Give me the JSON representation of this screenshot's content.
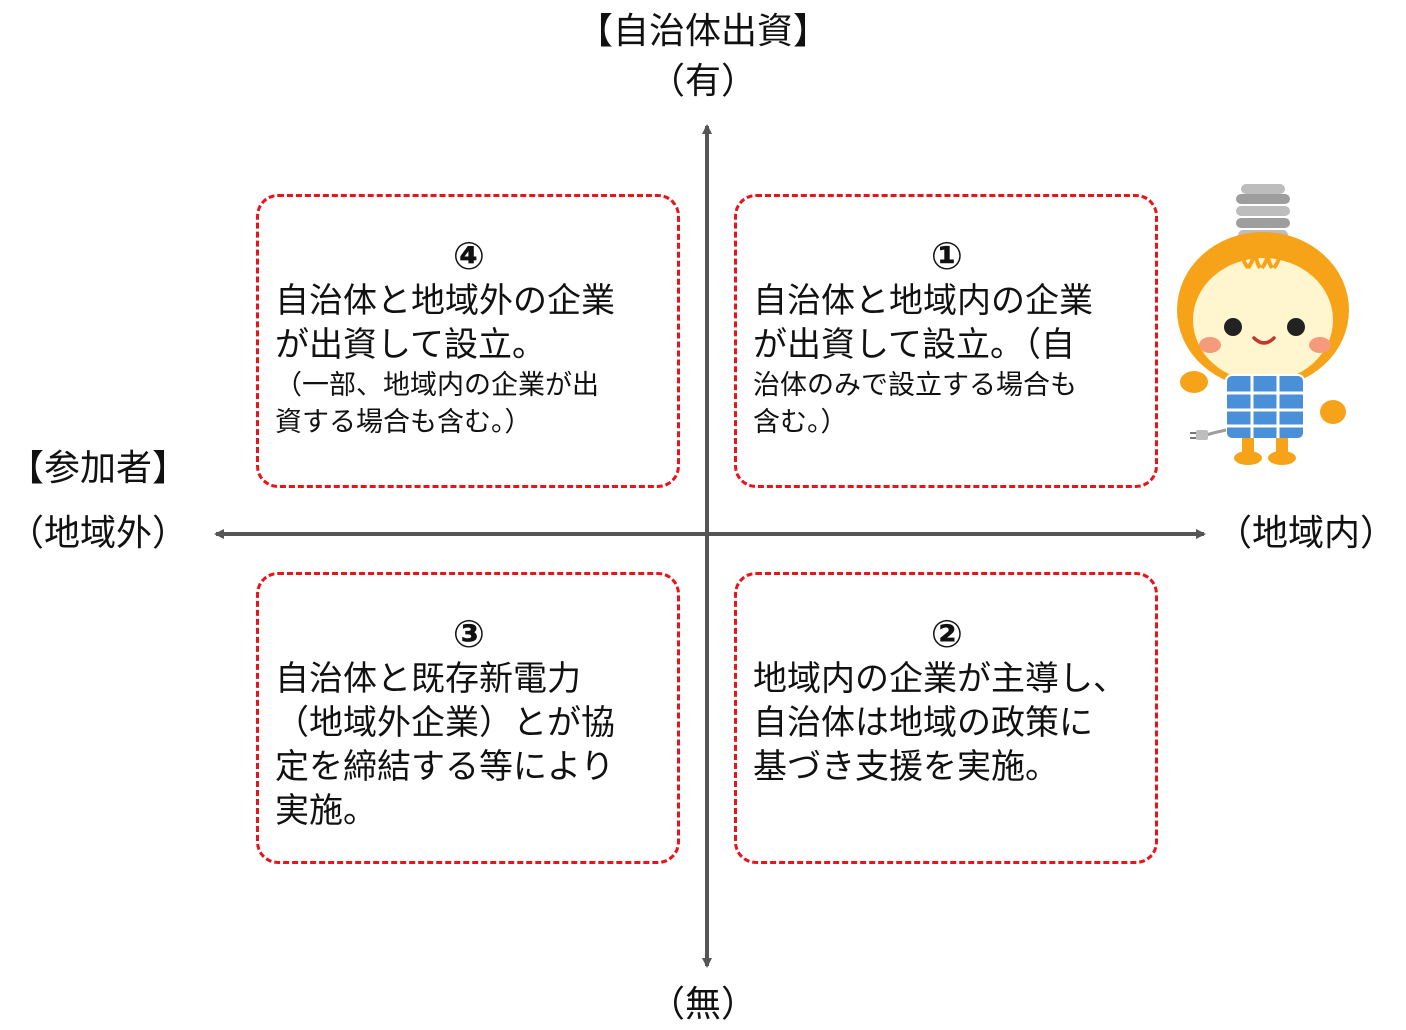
{
  "axes": {
    "top_title": "【自治体出資】",
    "top": "（有）",
    "bottom": "（無）",
    "left_title": "【参加者】",
    "left": "（地域外）",
    "right": "（地域内）"
  },
  "quadrants": {
    "q1": {
      "number": "①",
      "lines": [
        "自治体と地域内の企業",
        "が出資して設立。（自"
      ],
      "note": [
        "治体のみで設立する場合も",
        "含む。）"
      ]
    },
    "q2": {
      "number": "②",
      "lines": [
        "地域内の企業が主導し、",
        "自治体は地域の政策に",
        "基づき支援を実施。"
      ]
    },
    "q3": {
      "number": "③",
      "lines": [
        "自治体と既存新電力",
        "（地域外企業）とが協",
        "定を締結する等により",
        "実施。"
      ]
    },
    "q4": {
      "number": "④",
      "lines": [
        "自治体と地域外の企業",
        "が出資して設立。"
      ],
      "note": [
        "（一部、地域内の企業が出",
        "資する場合も含む。）"
      ]
    }
  },
  "colors": {
    "axis": "#555555",
    "dashed_border": "#e8141b",
    "mascot_orange": "#f7a31a",
    "mascot_face": "#fff6cf",
    "mascot_panel": "#4a90d9"
  },
  "mascot": {
    "icon": "lightbulb-mascot-icon"
  }
}
